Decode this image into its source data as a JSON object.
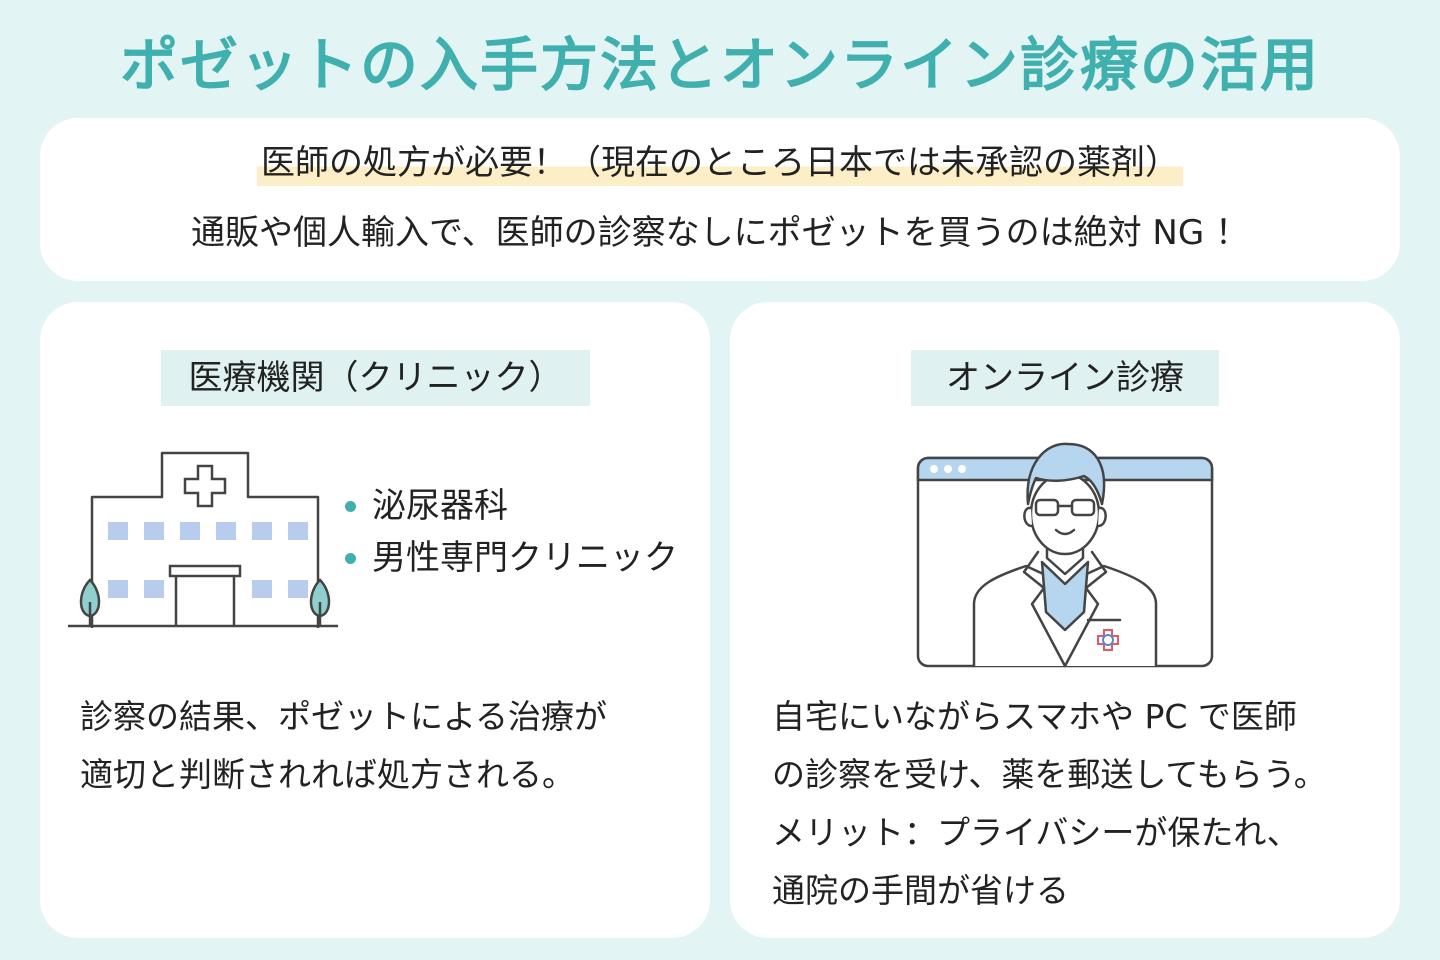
{
  "title": "ポゼットの入手方法とオンライン診療の活用",
  "notice": {
    "line1": "医師の処方が必要！（現在のところ日本では未承認の薬剤）",
    "line2": "通販や個人輸入で、医師の診察なしにポゼットを買うのは絶対 NG ！"
  },
  "clinic": {
    "label": "医療機関（クリニック）",
    "items": [
      "泌尿器科",
      "男性専門クリニック"
    ],
    "description": [
      "診察の結果、ポゼットによる治療が",
      "適切と判断されれば処方される。"
    ]
  },
  "online": {
    "label": "オンライン診療",
    "description": [
      "自宅にいながらスマホや PC で医師",
      "の診察を受け、薬を郵送してもらう。",
      "メリット：プライバシーが保たれ、",
      "通院の手間が省ける"
    ]
  },
  "colors": {
    "accent": "#3fb0ae",
    "background": "#e3f4f4",
    "label_bg": "#dff1f1",
    "highlight": "#fcefc7",
    "window_blue": "#b6d5ee"
  },
  "icons": [
    "hospital-building-icon",
    "cross-icon",
    "tree-icon",
    "browser-window-icon",
    "doctor-icon"
  ]
}
